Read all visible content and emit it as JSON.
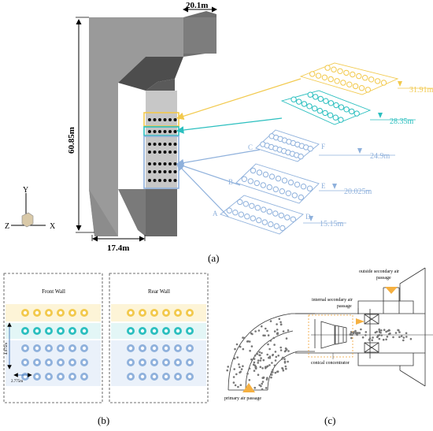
{
  "panel_a": {
    "caption": "(a)",
    "dims": {
      "top_width": "20.1m",
      "height": "60.85m",
      "bottom_width": "17.4m"
    },
    "axes": {
      "y": "Y",
      "z": "Z",
      "x": "X"
    },
    "levels": [
      {
        "elev": "31.91m",
        "color": "#f2c94c"
      },
      {
        "elev": "28.35m",
        "color": "#2bbfbf"
      },
      {
        "elev": "24.9m",
        "color": "#8fb1dc",
        "left": "C",
        "right": "F"
      },
      {
        "elev": "20.025m",
        "color": "#8fb1dc",
        "left": "B",
        "right": "E"
      },
      {
        "elev": "15.15m",
        "color": "#8fb1dc",
        "left": "A",
        "right": "D"
      }
    ]
  },
  "panel_b": {
    "caption": "(b)",
    "front_title": "Front Wall",
    "rear_title": "Rear Wall",
    "pitch_v": "4.975m",
    "pitch_h": "2.775m"
  },
  "panel_c": {
    "caption": "(c)",
    "outside_secondary": [
      "outside secondary air",
      "passage"
    ],
    "internal_secondary": [
      "internal secondary air",
      "passage"
    ],
    "conical": "conical concentrator",
    "primary": "primary air passage"
  }
}
